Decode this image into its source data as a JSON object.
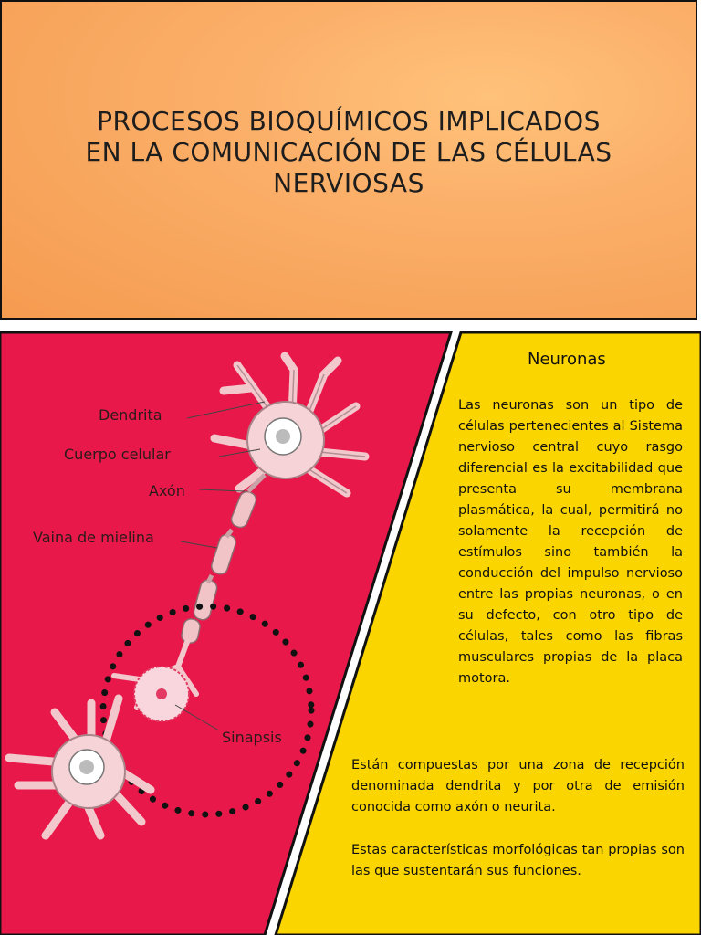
{
  "header": {
    "title_line1": "PROCESOS BIOQUÍMICOS IMPLICADOS",
    "title_line2": "EN LA COMUNICACIÓN DE LAS CÉLULAS",
    "title_line3": "NERVIOSAS"
  },
  "diagram": {
    "labels": {
      "dendrita": "Dendrita",
      "cuerpo": "Cuerpo celular",
      "axon": "Axón",
      "vaina": "Vaina de mielina",
      "sinapsis": "Sinapsis"
    }
  },
  "neuronas": {
    "heading": "Neuronas",
    "paragraph1": "Las neuronas son un tipo de células pertenecientes al Sistema nervioso central cuyo rasgo diferencial es la excitabilidad que presenta su membrana plasmática, la cual, permitirá no solamente la recepción de estímulos sino también la conducción del impulso nervioso entre las propias neuronas, o en su defecto, con otro tipo de células, tales como las fibras musculares propias de la placa motora.",
    "paragraph2": "Están compuestas por una zona de recepción denominada dendrita y por otra de emisión conocida como axón o neurita.",
    "paragraph3": "Estas características morfológicas tan propias son las que sustentarán sus funciones."
  },
  "colors": {
    "orange": "#f7a45c",
    "crimson": "#e8194a",
    "yellow": "#fbd500"
  }
}
